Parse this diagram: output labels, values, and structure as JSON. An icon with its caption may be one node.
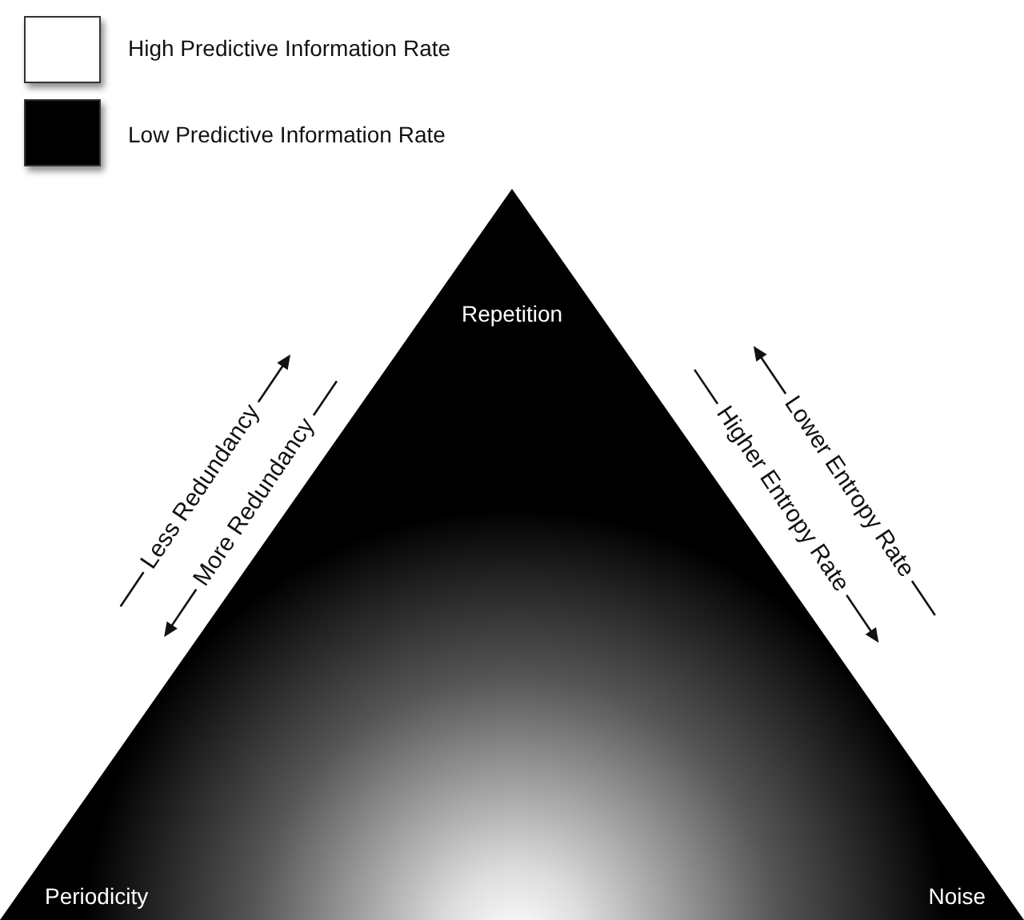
{
  "diagram": {
    "nodes": [
      {
        "text": [
          "Repetition",
          "Periodicity",
          "Noise"
        ]
      }
    ],
    "edges": [],
    "labels": [
      "Less Redundancy",
      "More Redundancy",
      "Lower Entropy Rate",
      "Higher Entropy Rate"
    ],
    "legend": [
      {
        "text": "High Predictive Information Rate",
        "color": "#ffffff"
      },
      {
        "text": "Low Predictive Information Rate",
        "color": "#000000"
      }
    ]
  }
}
